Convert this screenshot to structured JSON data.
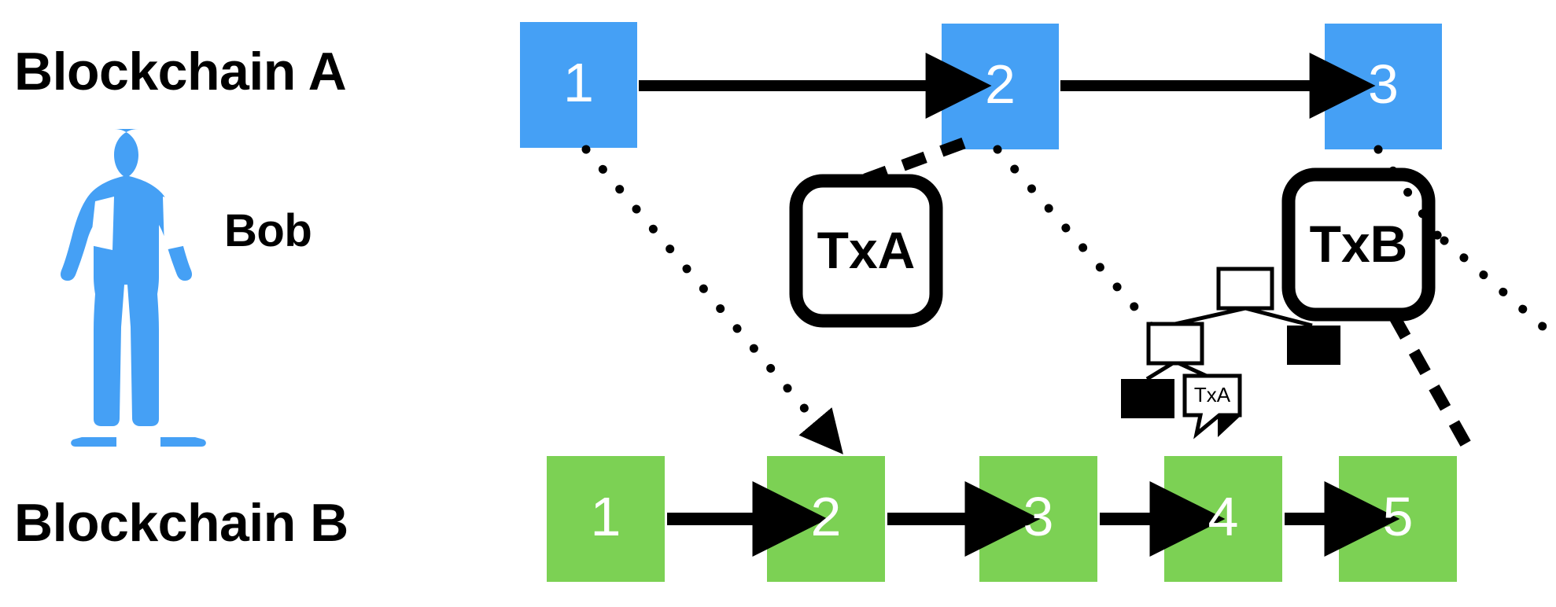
{
  "diagram": {
    "title_a": "Blockchain A",
    "title_b": "Blockchain B",
    "actor_label": "Bob",
    "actor_icon": "person-silhouette-icon",
    "colors": {
      "chain_a": "#45A0F5",
      "chain_b": "#7CD154",
      "stroke": "#000000",
      "background": "#FFFFFF",
      "block_text": "#FFFFFF"
    },
    "chain_a": {
      "name": "Blockchain A",
      "color": "#45A0F5",
      "blocks": [
        {
          "label": "1"
        },
        {
          "label": "2"
        },
        {
          "label": "3"
        }
      ],
      "connector": "solid-arrow"
    },
    "chain_b": {
      "name": "Blockchain B",
      "color": "#7CD154",
      "blocks": [
        {
          "label": "1"
        },
        {
          "label": "2"
        },
        {
          "label": "3"
        },
        {
          "label": "4"
        },
        {
          "label": "5"
        }
      ],
      "connector": "solid-arrow"
    },
    "transactions": [
      {
        "label": "TxA",
        "shape": "rounded-square"
      },
      {
        "label": "TxB",
        "shape": "rounded-square"
      }
    ],
    "merkle_tree": {
      "root": {
        "fill": "white"
      },
      "nodes": [
        {
          "fill": "white",
          "position": "root"
        },
        {
          "fill": "white",
          "position": "left-child"
        },
        {
          "fill": "black",
          "position": "right-child"
        },
        {
          "fill": "black",
          "position": "leaf-left"
        },
        {
          "fill": "white",
          "position": "leaf-right",
          "label": "TxA",
          "callout": true
        }
      ],
      "leaf_label": "TxA"
    },
    "links": [
      {
        "from": "chain_a.block.1",
        "to": "chain_b.block.2",
        "style": "dotted",
        "arrow": true
      },
      {
        "from": "chain_a.block.2",
        "to": "tx.TxA",
        "style": "dashed",
        "arrow": false
      },
      {
        "from": "chain_a.block.2",
        "to": "merkle_tree",
        "style": "dotted",
        "arrow": false
      },
      {
        "from": "chain_a.block.3",
        "to": "tx.TxB",
        "style": "dotted",
        "arrow": false
      },
      {
        "from": "tx.TxB",
        "to": "chain_b.block.5",
        "style": "dashed",
        "arrow": false
      },
      {
        "from": "chain_a.block.3",
        "to": "offscreen-right",
        "style": "dotted",
        "arrow": false
      }
    ]
  }
}
